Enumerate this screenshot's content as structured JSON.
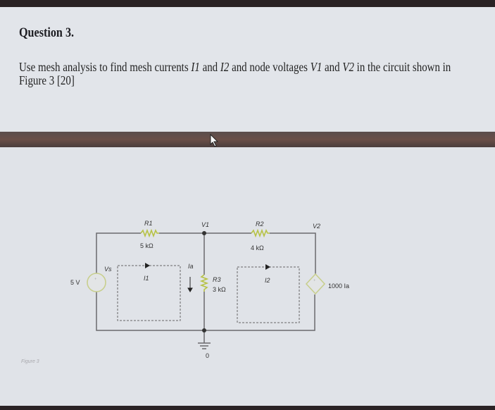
{
  "question": {
    "title": "Question 3.",
    "text_parts": [
      "Use mesh analysis to find mesh currents ",
      "I1",
      " and ",
      "I2",
      " and node voltages ",
      "V1",
      " and ",
      "V2",
      " in the circuit shown in Figure 3 [20]"
    ]
  },
  "figure": {
    "caption": "Figure 3",
    "labels": {
      "r1": "R1",
      "r1_value": "5 kΩ",
      "r2": "R2",
      "r2_value": "4 kΩ",
      "r3": "R3",
      "r3_value": "3 kΩ",
      "v1": "V1",
      "v2": "V2",
      "vs": "Vs",
      "source_value": "5 V",
      "dependent_source": "1000 Ia",
      "i1": "I1",
      "i2": "I2",
      "ia": "Ia",
      "ground": "0"
    }
  },
  "colors": {
    "resistor": "#b7c245",
    "band": "#5a4d4c",
    "background": "#e0e3e8"
  }
}
